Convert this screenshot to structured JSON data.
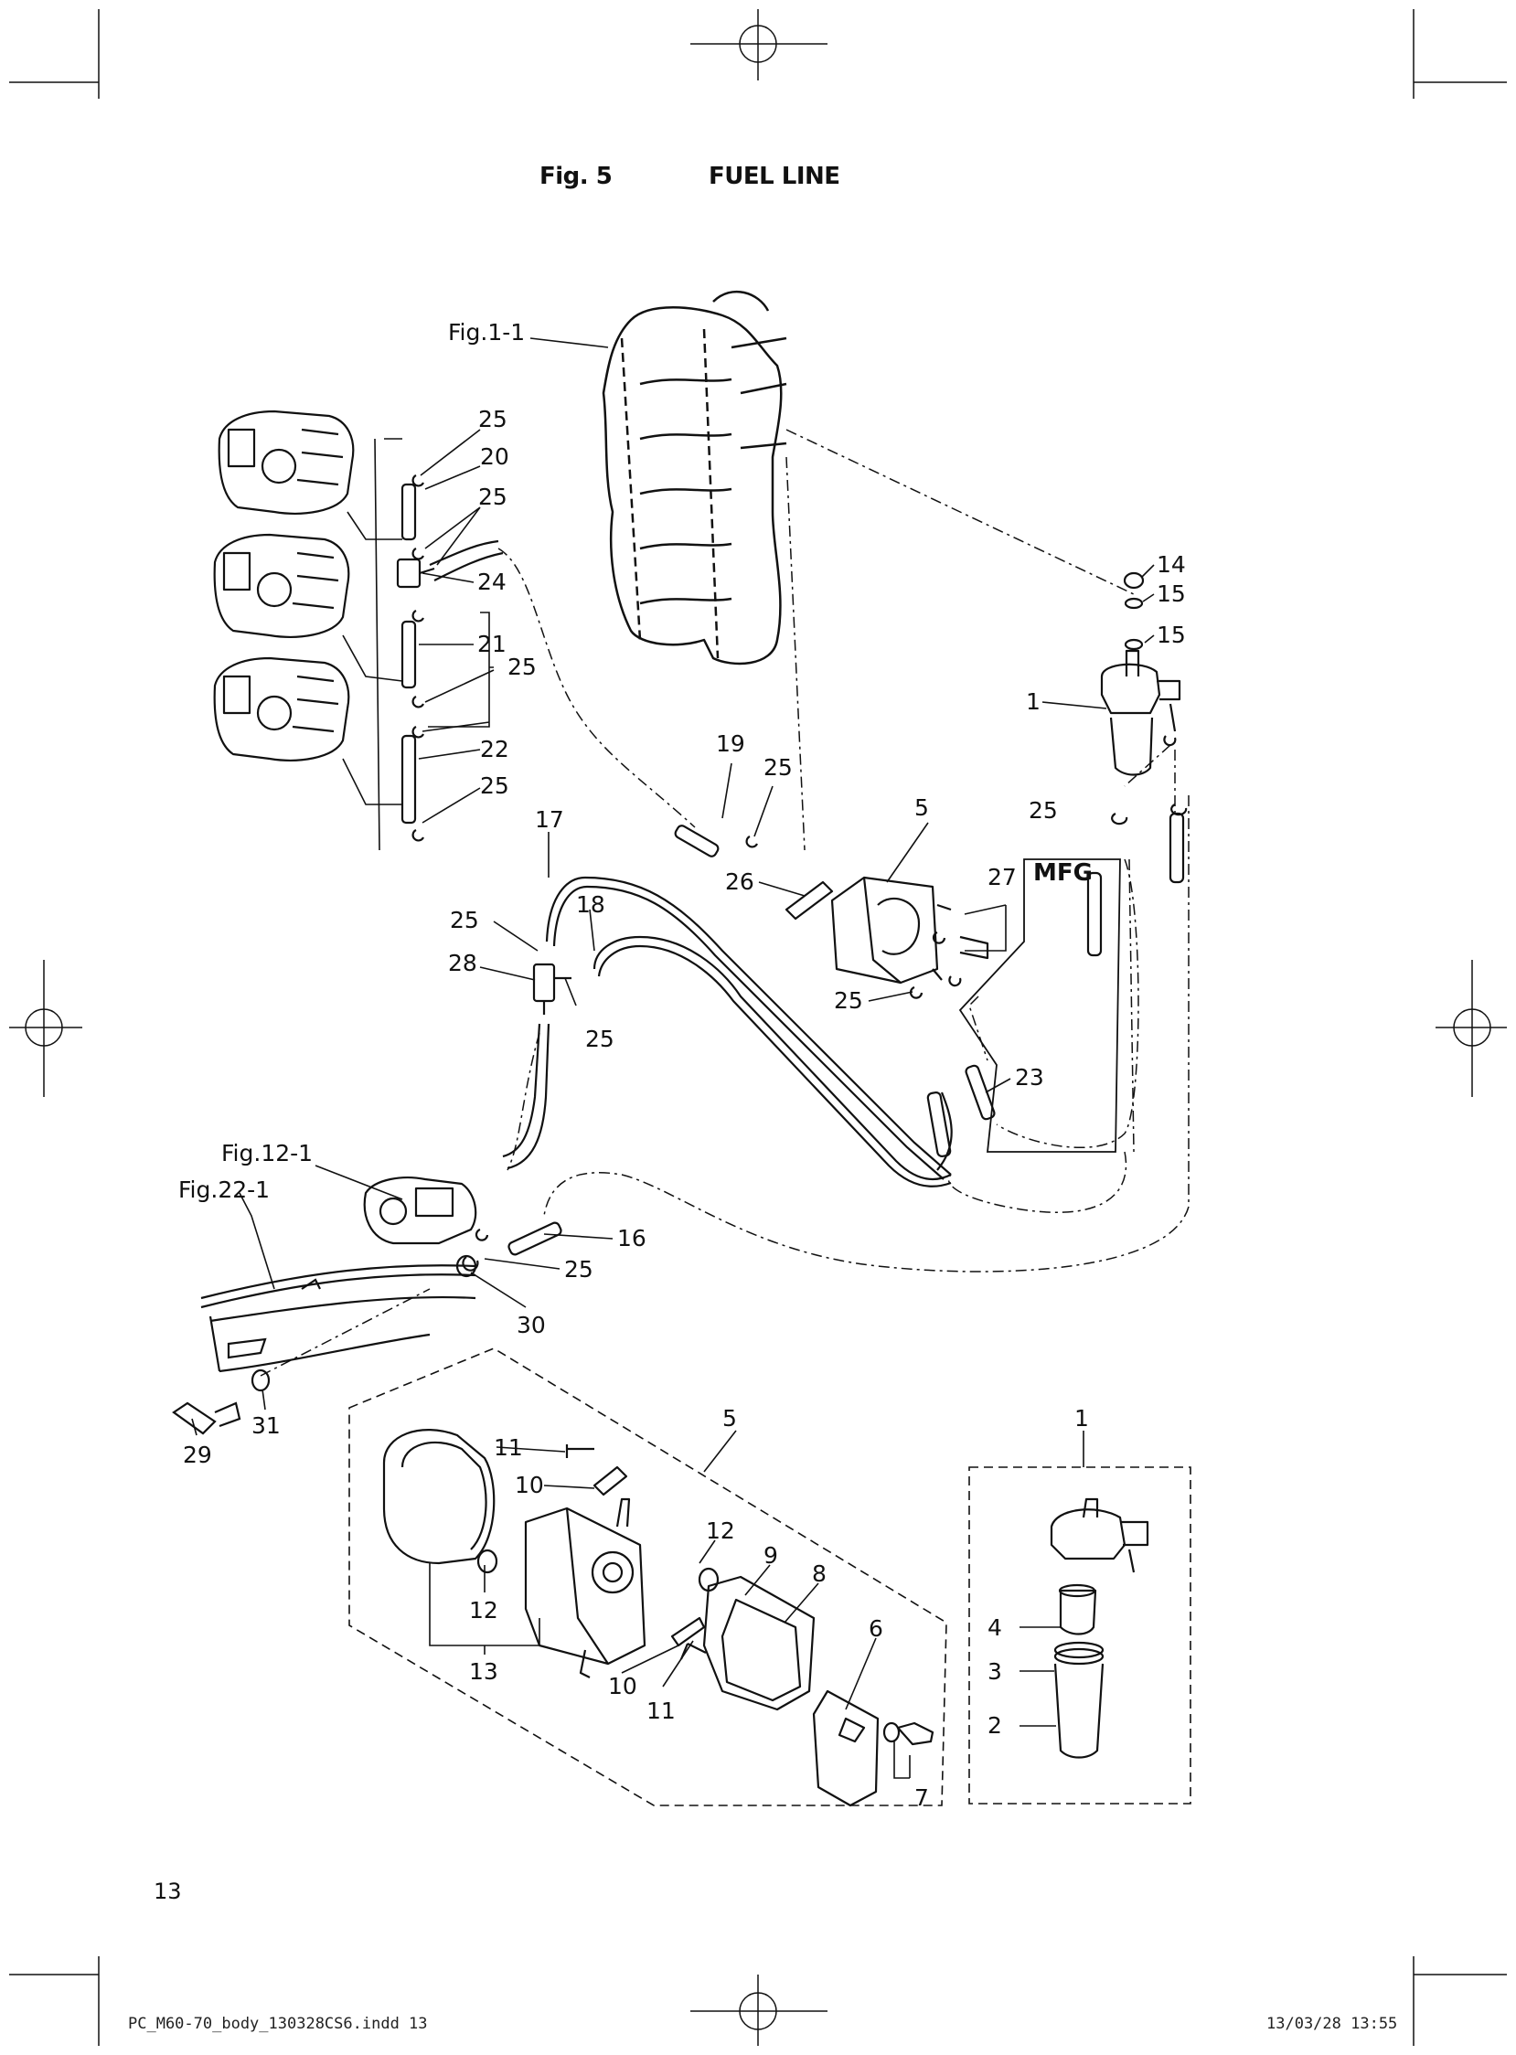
{
  "header": {
    "figure": "Fig. 5",
    "title": "FUEL LINE"
  },
  "footer": {
    "page_number": "13",
    "slug": "PC_M60-70_body_130328CS6.indd   13",
    "timestamp": "13/03/28   13:55"
  },
  "refs": {
    "fig_1_1": "Fig.1-1",
    "fig_12_1": "Fig.12-1",
    "fig_22_1": "Fig.22-1"
  },
  "mfg": "MFG",
  "callouts": {
    "c25a": "25",
    "c20": "20",
    "c25b": "25",
    "c24": "24",
    "c21": "21",
    "c25c": "25",
    "c22": "22",
    "c25d": "25",
    "c14": "14",
    "c15a": "15",
    "c15b": "15",
    "c1top": "1",
    "c19": "19",
    "c25e": "25",
    "c5top": "5",
    "c17": "17",
    "c25f": "25",
    "c26": "26",
    "c27": "27",
    "c18": "18",
    "c25g": "25",
    "c28": "28",
    "c25h": "25",
    "c25i": "25",
    "c23": "23",
    "c16": "16",
    "c25j": "25",
    "c30": "30",
    "c31": "31",
    "c29": "29",
    "c5det": "5",
    "c1det": "1",
    "c11a": "11",
    "c10a": "10",
    "c12a": "12",
    "c9": "9",
    "c8": "8",
    "c6": "6",
    "c4": "4",
    "c3": "3",
    "c2": "2",
    "c12b": "12",
    "c13": "13",
    "c10b": "10",
    "c11b": "11",
    "c7": "7"
  }
}
